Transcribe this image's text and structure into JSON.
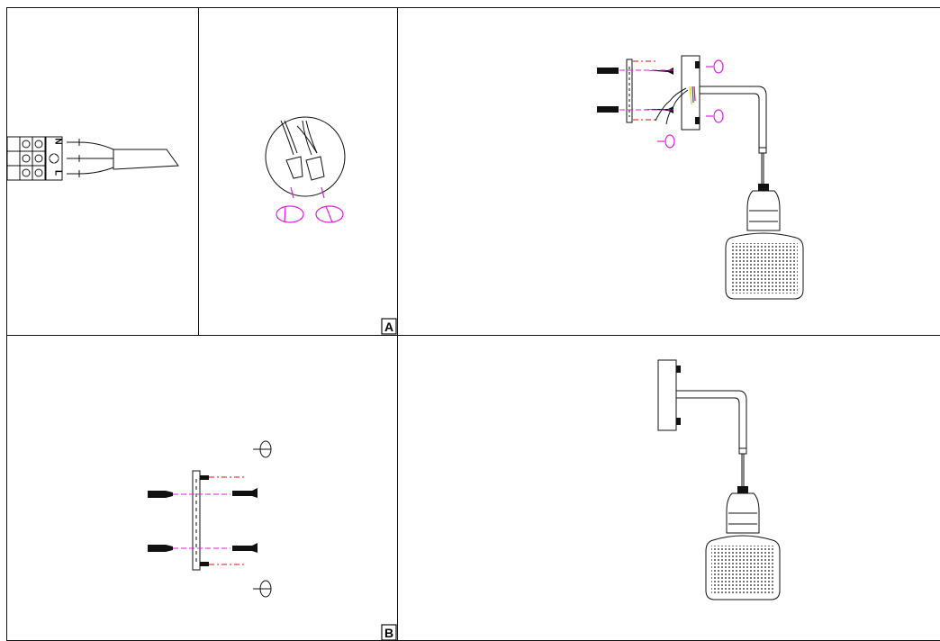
{
  "panels": {
    "wiring_terminal": {
      "letters": [
        "N",
        "L"
      ]
    },
    "connector_detail": {
      "tag": "A"
    },
    "mounting_assembly": {},
    "wall_plate_fixing": {
      "tag": "B"
    },
    "finished_lamp": {}
  },
  "colors": {
    "line": "#111111",
    "magenta_marks": "#e21ce2",
    "red_centerline": "#dd1111",
    "wire_yellow": "#e5d200",
    "wire_blue": "#2a3bff"
  },
  "icons": [
    "rotate-arrow-icon",
    "screwdriver-icon",
    "earth-symbol-icon",
    "wall-plug-icon",
    "screw-icon"
  ]
}
